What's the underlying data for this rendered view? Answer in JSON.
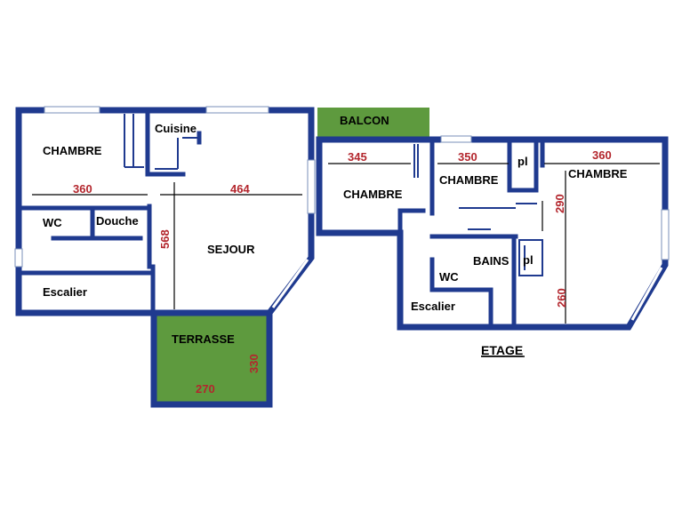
{
  "rooms": {
    "chambre_1": "CHAMBRE",
    "cuisine": "Cuisine",
    "wc_1": "WC",
    "douche": "Douche",
    "sejour": "SEJOUR",
    "escalier_1": "Escalier",
    "terrasse": "TERRASSE",
    "balcon": "BALCON",
    "chambre_2": "CHAMBRE",
    "chambre_3": "CHAMBRE",
    "chambre_4": "CHAMBRE",
    "pl_1": "pl",
    "bains": "BAINS",
    "pl_2": "pl",
    "wc_2": "WC",
    "escalier_2": "Escalier"
  },
  "dimensions": {
    "d360_left": "360",
    "d464": "464",
    "d568": "568",
    "d330": "330",
    "d270": "270",
    "d345": "345",
    "d350": "350",
    "d360_right": "360",
    "d290": "290",
    "d260": "260"
  },
  "labels": {
    "etage": "ETAGE"
  },
  "colors": {
    "wall": "#1f3a8f",
    "green": "#5e9a3e",
    "dimension": "#b3262d"
  }
}
